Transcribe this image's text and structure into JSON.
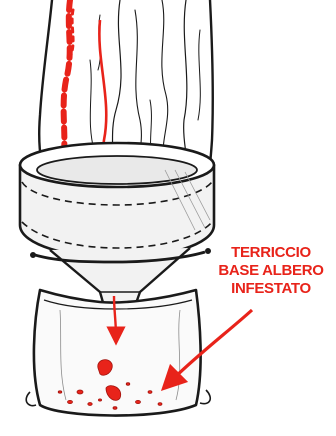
{
  "label": {
    "lines": [
      "TERRICCIO",
      "BASE ALBERO",
      "INFESTATO"
    ],
    "color": "#e8231a"
  },
  "colors": {
    "ink": "#1a1a1a",
    "accent_red": "#e8231a",
    "funnel_fill": "#f2f2f2",
    "bag_fill": "#fafafa"
  },
  "icons": {
    "tree_trunk": "tree-trunk-icon",
    "funnel_collar": "funnel-collar-icon",
    "collection_bag": "collection-bag-icon",
    "larvae": "larva-icon",
    "arrows": "red-arrow-icon"
  }
}
